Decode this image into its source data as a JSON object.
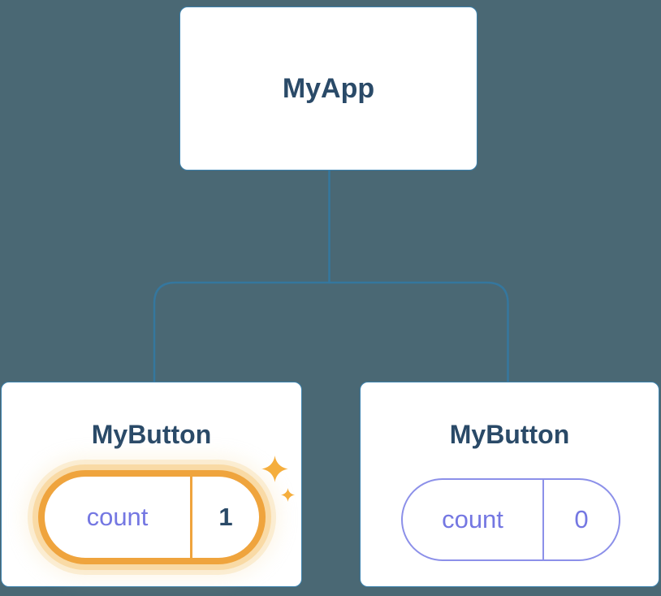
{
  "nodes": {
    "root": {
      "label": "MyApp"
    },
    "left": {
      "label": "MyButton",
      "state_label": "count",
      "state_value": "1",
      "highlighted": true
    },
    "right": {
      "label": "MyButton",
      "state_label": "count",
      "state_value": "0",
      "highlighted": false
    }
  },
  "icons": {
    "sparkle": "four-point-star"
  },
  "colors": {
    "background": "#4A6874",
    "connector": "#35779E",
    "box_border": "#3C82AE",
    "title": "#2A4A68",
    "purple": "#7477E2",
    "purple_border": "#8C90E9",
    "orange": "#EFA43D",
    "sparkle": "#F5AE3D",
    "white": "#FFFFFF"
  }
}
